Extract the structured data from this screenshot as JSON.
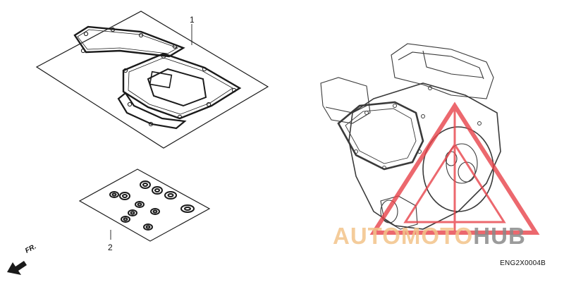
{
  "callouts": {
    "gasket_kit_a": "1",
    "gasket_kit_b": "2"
  },
  "direction_label": "FR.",
  "drawing_code": "ENG2X0004B",
  "watermark": {
    "part1": "AUTO",
    "part2": "MOTO",
    "part3": "HUB"
  },
  "colors": {
    "line": "#1a1a1a",
    "engine_outline": "#3a3a3a",
    "watermark_triangle": "#e8434a",
    "watermark_text_light": "#f3c48a",
    "watermark_text_dark": "#8a8a8a"
  }
}
